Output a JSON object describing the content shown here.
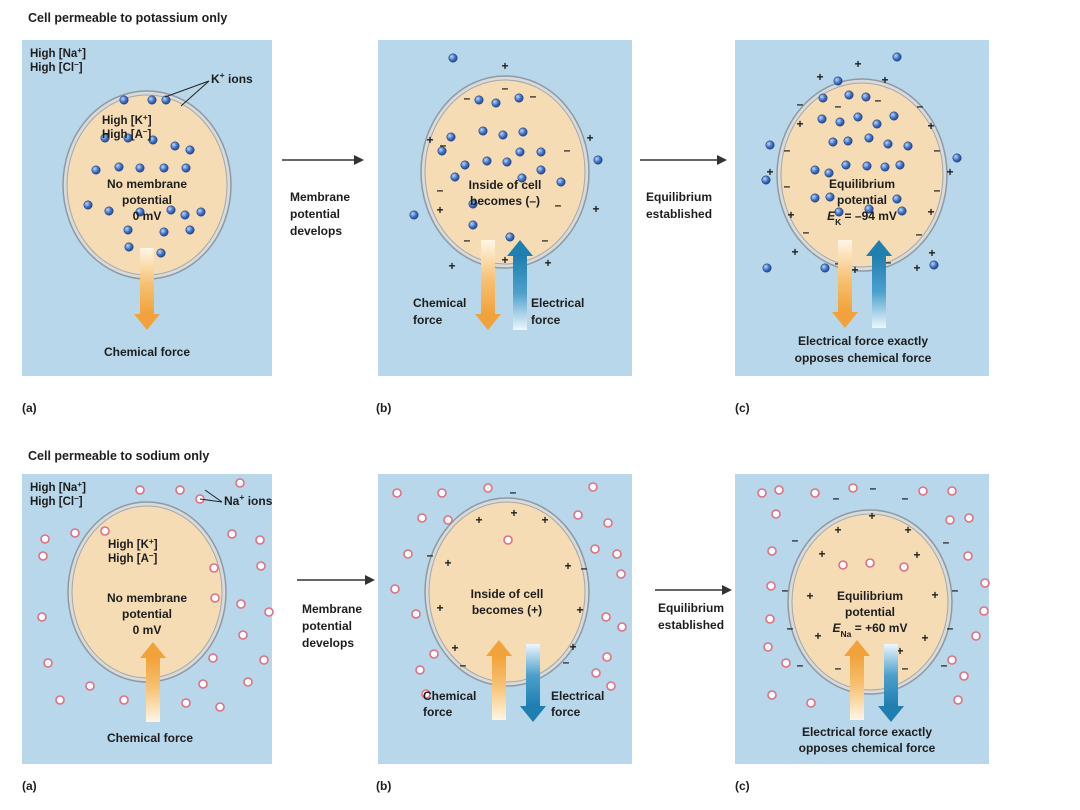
{
  "colors": {
    "panel_blue": "#b8d7ea",
    "cell_fill": "#f5dcb4",
    "membrane": "#8f9aa0",
    "k_ion": "#3a6fc4",
    "na_ion": "#e06f84",
    "chemical_arrow": "#f2a23a",
    "electrical_arrow": "#1f7fb1",
    "text": "#1d1d1d"
  },
  "rows": [
    {
      "heading": "Cell permeable to potassium only",
      "ion_color_key": "k_ion",
      "panels": [
        {
          "letter": "(a)",
          "extracellular_labels": [
            "High [Na",
            "+",
            "]",
            "High [Cl",
            "–",
            "]"
          ],
          "ion_callout": [
            "K",
            "+",
            " ions"
          ],
          "intracellular_labels": [
            "High [K",
            "+",
            "]",
            "High [A",
            "–",
            "]"
          ],
          "center_lines": [
            "No membrane",
            "potential",
            "0 mV"
          ],
          "force_labels": [
            "Chemical force"
          ]
        },
        {
          "letter": "(b)",
          "center_lines": [
            "Inside of cell",
            "becomes (–)"
          ],
          "force_labels": [
            "Chemical",
            "force",
            "Electrical",
            "force"
          ]
        },
        {
          "letter": "(c)",
          "center_lines": [
            "Equilibrium",
            "potential"
          ],
          "potential_symbol": "E",
          "potential_sub": "K",
          "potential_value": " = –94 mV",
          "force_labels": [
            "Electrical force exactly",
            "opposes chemical force"
          ]
        }
      ],
      "transitions": [
        [
          "Membrane",
          "potential",
          "develops"
        ],
        [
          "Equilibrium",
          "established"
        ]
      ]
    },
    {
      "heading": "Cell permeable to sodium only",
      "ion_color_key": "na_ion",
      "panels": [
        {
          "letter": "(a)",
          "extracellular_labels": [
            "High [Na",
            "+",
            "]",
            "High [Cl",
            "–",
            "]"
          ],
          "ion_callout": [
            "Na",
            "+",
            " ions"
          ],
          "intracellular_labels": [
            "High [K",
            "+",
            "]",
            "High [A",
            "–",
            "]"
          ],
          "center_lines": [
            "No membrane",
            "potential",
            "0 mV"
          ],
          "force_labels": [
            "Chemical force"
          ]
        },
        {
          "letter": "(b)",
          "center_lines": [
            "Inside of cell",
            "becomes (+)"
          ],
          "force_labels": [
            "Chemical",
            "force",
            "Electrical",
            "force"
          ]
        },
        {
          "letter": "(c)",
          "center_lines": [
            "Equilibrium",
            "potential"
          ],
          "potential_symbol": "E",
          "potential_sub": "Na",
          "potential_value": " = +60 mV",
          "force_labels": [
            "Electrical force exactly",
            "opposes chemical force"
          ]
        }
      ],
      "transitions": [
        [
          "Membrane",
          "potential",
          "develops"
        ],
        [
          "Equilibrium",
          "established"
        ]
      ]
    }
  ]
}
